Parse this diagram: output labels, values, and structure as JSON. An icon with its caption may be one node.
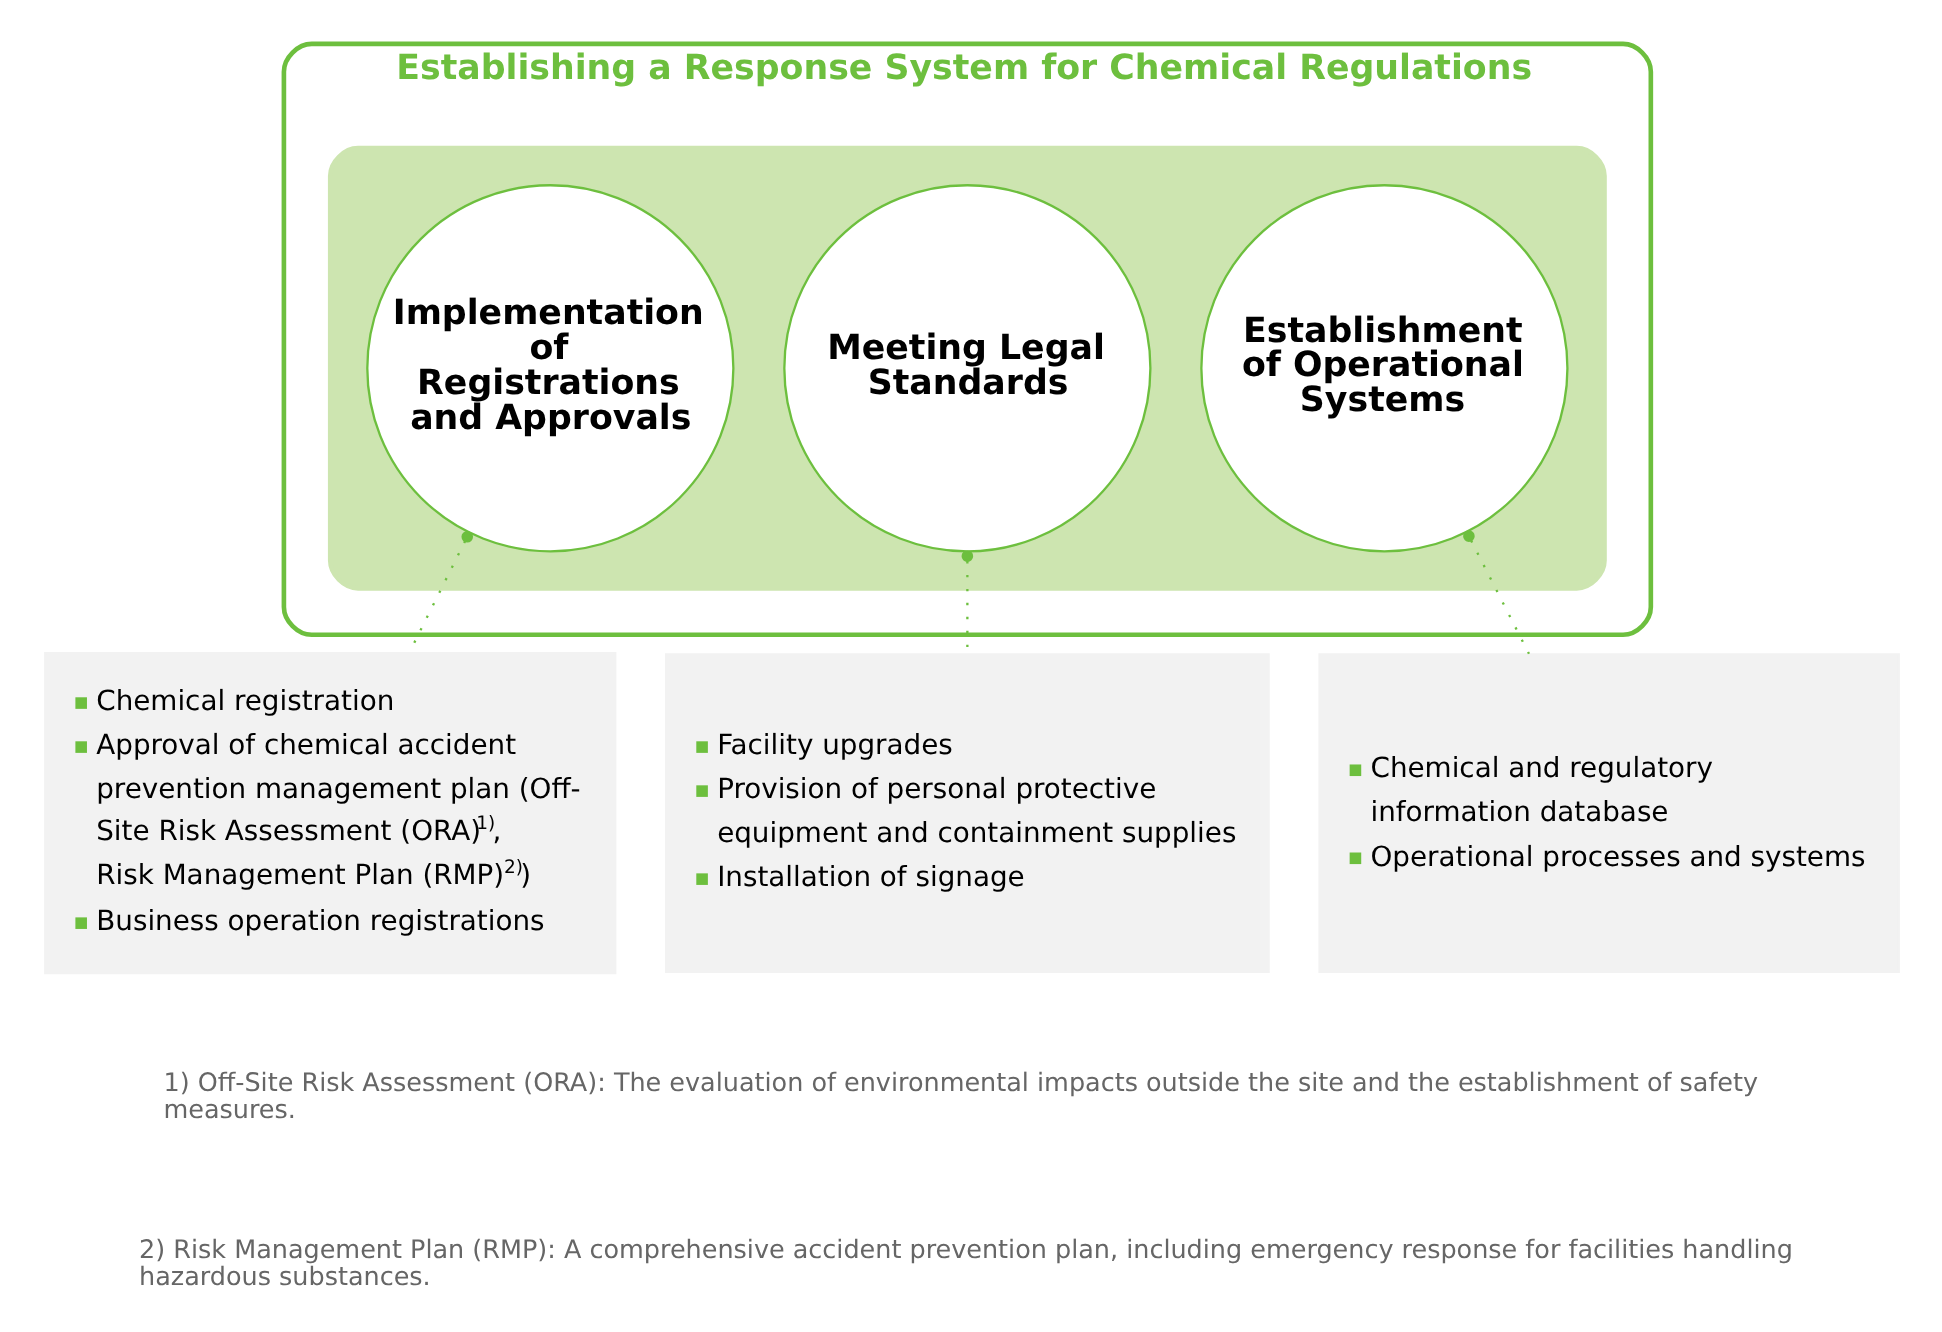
{
  "diagram": {
    "nodes": [
      {
        "text": [
          "Establishing a Response System for Chemical Regulations"
        ]
      },
      {
        "text": [],
        "shape": "bar",
        "in": 0
      },
      {
        "text": [
          "Implementation of Registrations and Approvals"
        ],
        "in": 1
      },
      {
        "text": [
          "Meeting Legal Standards"
        ],
        "in": 1
      },
      {
        "text": [
          "Establishment of Operational Systems"
        ],
        "in": 1
      },
      {
        "text": [
          "Chemical registration",
          "Approval of chemical accident prevention management plan (Off-Site Risk Assessment (ORA)$^{1)}$, Risk Management Plan (RMP)$^{2)}$)",
          "Business operation registrations"
        ]
      },
      {
        "text": [
          "Facility upgrades",
          "Provision of personal protective equipment and containment supplies",
          "Installation of signage"
        ]
      },
      {
        "text": [
          "Chemical and regulatory information database",
          "Operational processes and systems"
        ]
      }
    ],
    "edges": [
      {
        "from": 2,
        "to": 5,
        "arrow": "other",
        "style": "dashed"
      },
      {
        "from": 3,
        "to": 6,
        "arrow": "other",
        "style": "dashed"
      },
      {
        "from": 4,
        "to": 7,
        "arrow": "other",
        "style": "dashed"
      }
    ],
    "labels": [
      "1) Off-Site Risk Assessment (ORA): The evaluation of environmental impacts outside the site and the establishment of safety measures.",
      "2) Risk Management Plan (RMP): A comprehensive accident prevention plan, including emergency response for facilities handling hazardous substances."
    ]
  }
}
